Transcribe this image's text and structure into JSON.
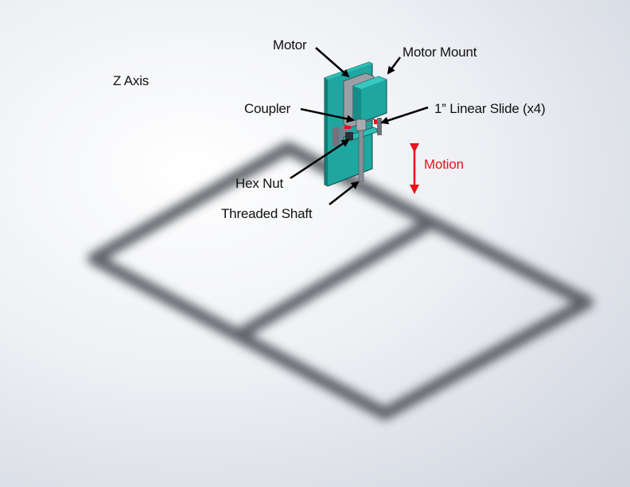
{
  "title": "Z Axis",
  "colors": {
    "part_primary": "#1fa6a0",
    "part_highlight": "#2cc0b8",
    "hardware_gray": "#8a8f96",
    "accent_red": "#e8131b",
    "frame_shadow": "#3c3f45"
  },
  "callouts": [
    {
      "id": "motor",
      "text": "Motor"
    },
    {
      "id": "motor-mount",
      "text": "Motor Mount"
    },
    {
      "id": "coupler",
      "text": "Coupler"
    },
    {
      "id": "linear-slide",
      "text": "1” Linear Slide (x4)"
    },
    {
      "id": "hex-nut",
      "text": "Hex Nut"
    },
    {
      "id": "threaded-shaft",
      "text": "Threaded Shaft"
    }
  ],
  "motion": {
    "text": "Motion",
    "direction": "vertical"
  }
}
